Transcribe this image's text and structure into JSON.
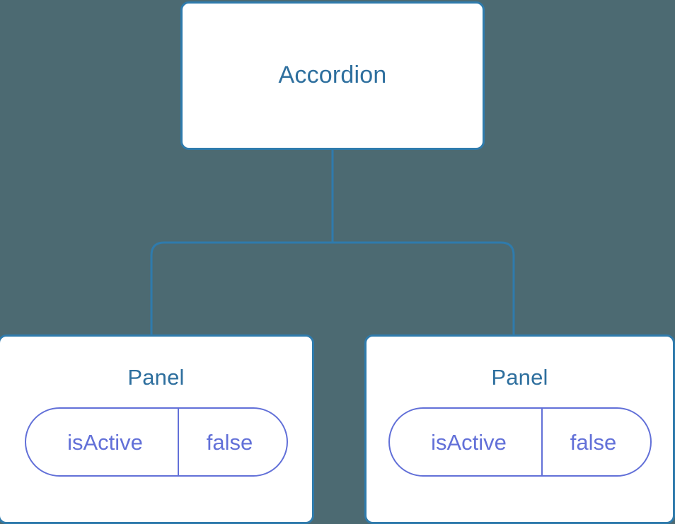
{
  "diagram": {
    "type": "component-tree",
    "background_color": "#4c6a72",
    "node_border_color": "#2f7bac",
    "node_title_color": "#2e6f9e",
    "prop_color": "#6270d8",
    "edge_color": "#2f7bac"
  },
  "root": {
    "title": "Accordion"
  },
  "children": [
    {
      "title": "Panel",
      "prop_key": "isActive",
      "prop_value": "false"
    },
    {
      "title": "Panel",
      "prop_key": "isActive",
      "prop_value": "false"
    }
  ]
}
